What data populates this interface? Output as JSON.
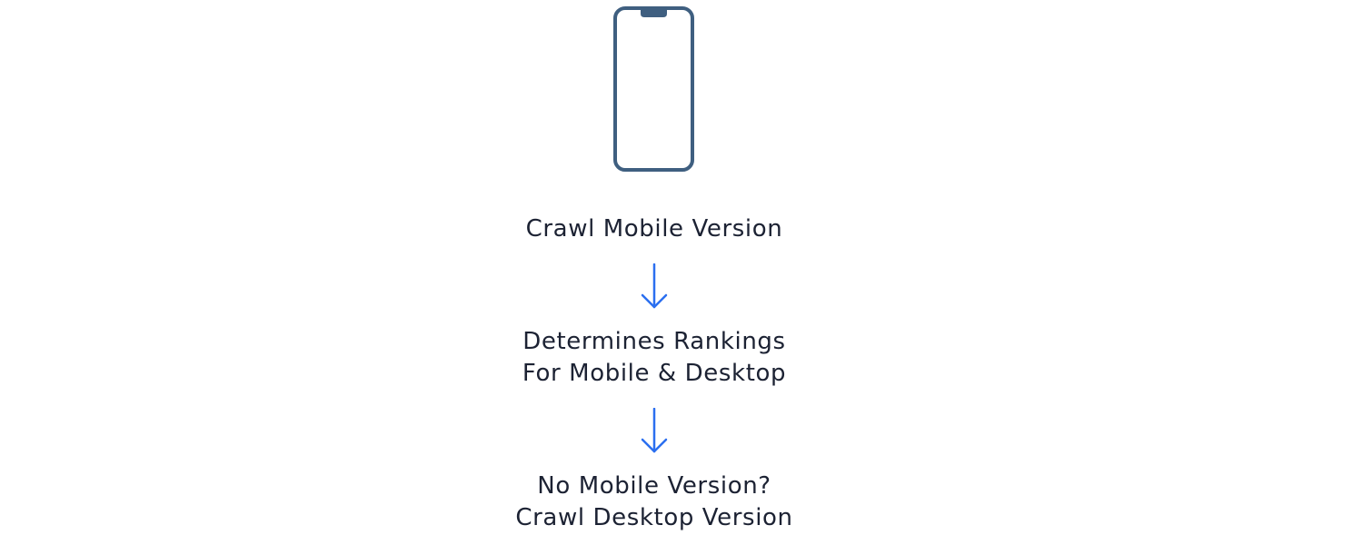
{
  "diagram": {
    "icon": "mobile-phone-icon",
    "colors": {
      "phone_outline": "#3f5f80",
      "arrow": "#2b6ff0",
      "text": "#1c2233",
      "background": "#ffffff"
    },
    "steps": [
      {
        "lines": [
          "Crawl Mobile Version"
        ]
      },
      {
        "lines": [
          "Determines Rankings",
          "For Mobile & Desktop"
        ]
      },
      {
        "lines": [
          "No Mobile Version?",
          "Crawl Desktop Version"
        ]
      }
    ],
    "arrows": [
      "down-arrow",
      "down-arrow"
    ]
  }
}
